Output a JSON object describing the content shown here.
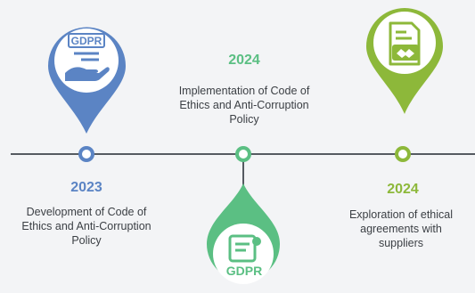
{
  "colors": {
    "blue": "#5b84c4",
    "green_light": "#8db83a",
    "green_mid": "#5bbf83",
    "line": "#555a61",
    "background": "#f3f4f6"
  },
  "milestones": [
    {
      "year": "2023",
      "description": "Development of Code of Ethics and Anti-Corruption Policy",
      "icon": "gdpr-hand-icon",
      "icon_text": "GDPR",
      "color": "#5b84c4"
    },
    {
      "year": "2024",
      "description": "Implementation of Code of Ethics and Anti-Corruption Policy",
      "icon": "gdpr-document-icon",
      "icon_text": "GDPR",
      "color": "#5bbf83"
    },
    {
      "year": "2024",
      "description": "Exploration of ethical agreements with suppliers",
      "icon": "handshake-document-icon",
      "color": "#8db83a"
    }
  ]
}
